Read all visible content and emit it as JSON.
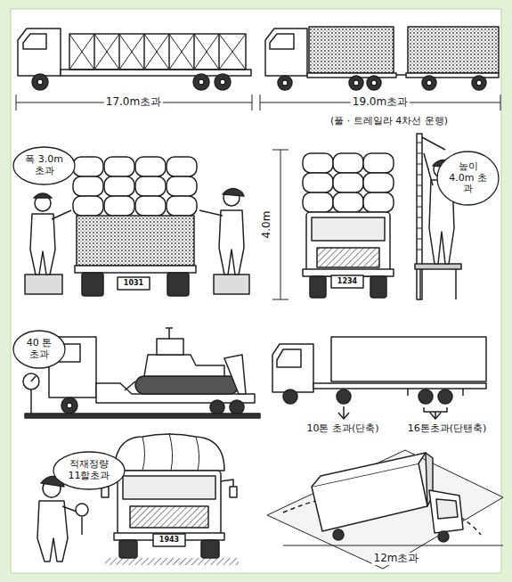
{
  "diagram": {
    "nodes": [
      {
        "text": [
          "폭 3.0m 초과"
        ]
      },
      {
        "text": [
          "높이 4.0m 초과"
        ]
      },
      {
        "text": [
          "40 톤 초과"
        ]
      },
      {
        "text": [
          "적재정량 11할초과"
        ]
      }
    ],
    "labels": [
      "17.0m초과",
      "19.0m초과",
      "(풀 · 트레일라 4차선 운행)",
      "1031",
      "4.0m",
      "1234",
      "10톤 초과(단축)",
      "16톤초과(단탠축)",
      "1943",
      "12m초과"
    ]
  }
}
